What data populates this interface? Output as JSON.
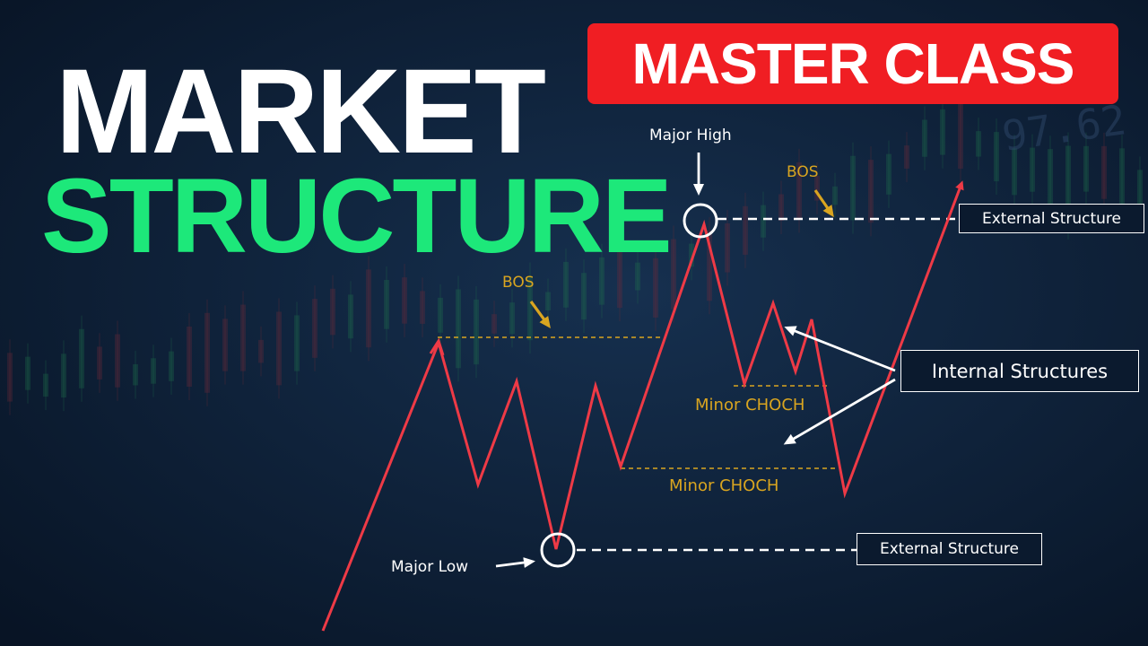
{
  "title": {
    "line1": "MARKET",
    "line2": "STRUCTURE",
    "badge": "MASTER CLASS"
  },
  "colors": {
    "background": "#0b1a2e",
    "title_accent": "#1de87a",
    "badge": "#f01e23",
    "price_line": "#ee3a46",
    "bos_color": "#d9a520",
    "annotation": "#ffffff"
  },
  "labels": {
    "major_high": "Major High",
    "major_low": "Major Low",
    "bos_upper": "BOS",
    "bos_lower": "BOS",
    "external_top": "External Structure",
    "external_bottom": "External Structure",
    "internal": "Internal Structures",
    "minor_choch_1": "Minor CHOCH",
    "minor_choch_2": "Minor CHOCH"
  },
  "background_text": "97.62"
}
